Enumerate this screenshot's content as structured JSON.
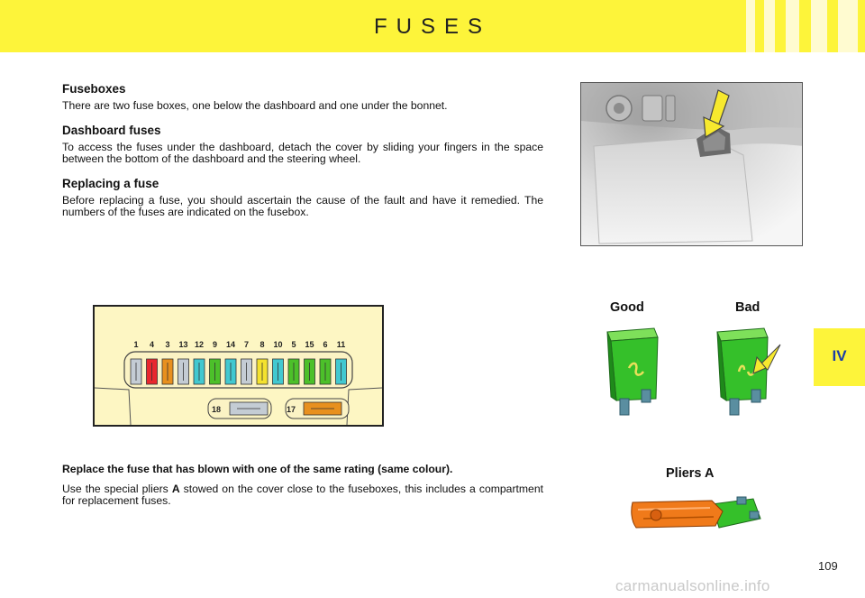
{
  "header": {
    "title": "FUSES"
  },
  "sections": {
    "fuseboxes": {
      "heading": "Fuseboxes",
      "text": "There are two fuse boxes, one below the dashboard and one under the bonnet."
    },
    "dashboard": {
      "heading": "Dashboard fuses",
      "text": "To access the fuses under the dashboard, detach the cover by sliding your fingers in the space between the bottom of the dashboard and the steering wheel."
    },
    "replacing": {
      "heading": "Replacing a fuse",
      "text": "Before replacing a fuse, you should ascertain the cause of the fault and have it remedied. The numbers of the fuses are indicated on the fusebox."
    },
    "replace_note": {
      "bold_text": "Replace the fuse that has blown with one of the same rating (same colour).",
      "text_before": "Use the special pliers ",
      "text_bold": "A",
      "text_after": " stowed on the cover close to the fuseboxes, this includes a compartment for replacement fuses."
    }
  },
  "fusebox_diagram": {
    "fuses": [
      {
        "number": "1",
        "color": "#c4ccd4"
      },
      {
        "number": "4",
        "color": "#e8282e"
      },
      {
        "number": "3",
        "color": "#e8901e"
      },
      {
        "number": "13",
        "color": "#c4ccd4"
      },
      {
        "number": "12",
        "color": "#42c8d0"
      },
      {
        "number": "9",
        "color": "#4cc02a"
      },
      {
        "number": "14",
        "color": "#42c8d0"
      },
      {
        "number": "7",
        "color": "#c4ccd4"
      },
      {
        "number": "8",
        "color": "#f4e22e"
      },
      {
        "number": "10",
        "color": "#42c8d0"
      },
      {
        "number": "5",
        "color": "#4cc02a"
      },
      {
        "number": "15",
        "color": "#4cc02a"
      },
      {
        "number": "6",
        "color": "#4cc02a"
      },
      {
        "number": "11",
        "color": "#42c8d0"
      }
    ],
    "maxi_fuses": [
      {
        "number": "18",
        "color": "#c4ccd4"
      },
      {
        "number": "17",
        "color": "#e8901e"
      }
    ]
  },
  "labels": {
    "good": "Good",
    "bad": "Bad",
    "pliers": "Pliers A"
  },
  "chapter": "IV",
  "page_number": "109",
  "watermark": "carmanualsonline.info",
  "colors": {
    "header": "#fdf43a",
    "fuse_green": "#35c02a",
    "pliers_orange": "#f07a1a",
    "chapter_text": "#1a3da8"
  }
}
